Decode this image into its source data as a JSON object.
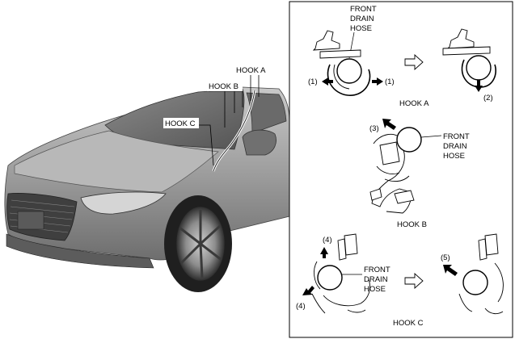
{
  "car_callouts": {
    "hook_a": "HOOK A",
    "hook_b": "HOOK B",
    "hook_c": "HOOK C"
  },
  "panel": {
    "hook_a": {
      "hose_label_lines": [
        "FRONT",
        "DRAIN",
        "HOSE"
      ],
      "step_left": "(1)",
      "step_right": "(1)",
      "step_down": "(2)",
      "caption": "HOOK A"
    },
    "hook_b": {
      "hose_label_lines": [
        "FRONT",
        "DRAIN",
        "HOSE"
      ],
      "step": "(3)",
      "caption": "HOOK B"
    },
    "hook_c": {
      "hose_label_lines": [
        "FRONT",
        "DRAIN",
        "HOSE"
      ],
      "step_up": "(4)",
      "step_down": "(4)",
      "step_after": "(5)",
      "caption": "HOOK C"
    }
  },
  "colors": {
    "car_body": "#9a9a9a",
    "car_dark": "#4a4a4a",
    "line": "#000000",
    "background": "#ffffff"
  }
}
